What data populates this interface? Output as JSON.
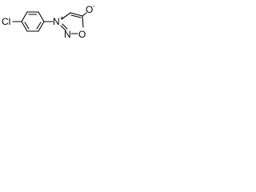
{
  "molecule": {
    "atoms": {
      "chlorine": "Cl",
      "nitrogen_3": "N",
      "nitrogen_2": "N",
      "oxygen_ring": "O",
      "oxygen_exo": "O"
    },
    "charges": {
      "nitrogen_3": "+",
      "oxygen_exo": "-"
    }
  }
}
